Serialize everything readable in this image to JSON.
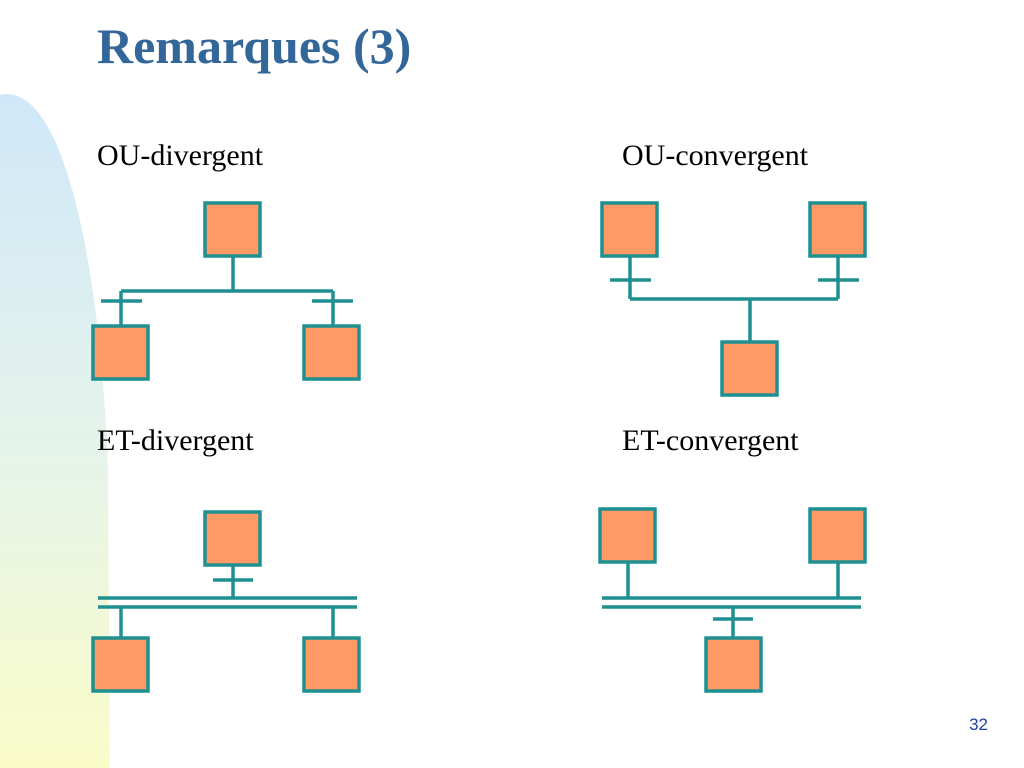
{
  "slide": {
    "title": "Remarques (3)",
    "page_number": "32"
  },
  "diagrams": {
    "ou_divergent": {
      "label": "OU-divergent"
    },
    "ou_convergent": {
      "label": "OU-convergent"
    },
    "et_divergent": {
      "label": "ET-divergent"
    },
    "et_convergent": {
      "label": "ET-convergent"
    }
  },
  "colors": {
    "title": "#336699",
    "step_fill": "#ff9966",
    "link_stroke": "#1e9090",
    "page_number": "#1f3fa0"
  }
}
